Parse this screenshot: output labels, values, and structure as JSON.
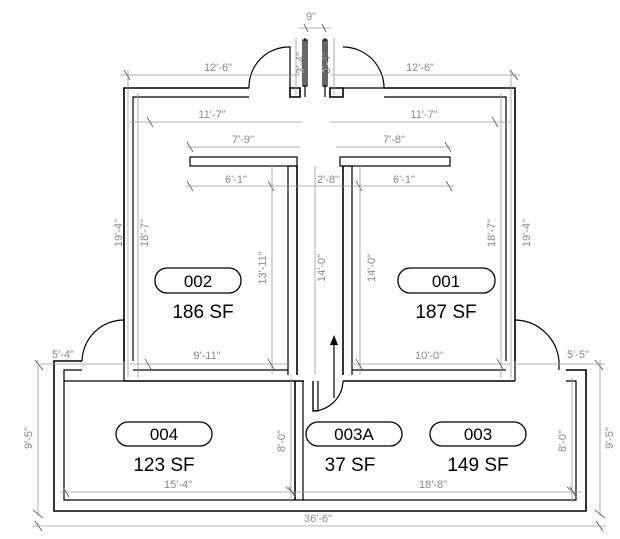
{
  "rooms": {
    "r002": {
      "number": "002",
      "area": "186 SF"
    },
    "r001": {
      "number": "001",
      "area": "187 SF"
    },
    "r004": {
      "number": "004",
      "area": "123 SF"
    },
    "r003a": {
      "number": "003A",
      "area": "37 SF"
    },
    "r003": {
      "number": "003",
      "area": "149 SF"
    }
  },
  "dimensions": {
    "gap_top": "9\"",
    "door_left_3_4": "3'-4\"",
    "door_right_3_4": "3'-4\"",
    "top_left_12_6": "12'-6\"",
    "top_right_12_6": "12'-6\"",
    "inner_left_11_7": "11'-7\"",
    "inner_right_11_7": "11'-7\"",
    "wall_left_7_9": "7'-9\"",
    "wall_right_7_8": "7'-8\"",
    "left_6_1": "6'-1\"",
    "right_6_1": "6'-1\"",
    "center_2_8": "2'-8\"",
    "left_outer_19_4": "19'-4\"",
    "left_inner_18_7": "18'-7\"",
    "right_outer_19_4": "19'-4\"",
    "right_inner_18_7": "18'-7\"",
    "left_13_11": "13'-11\"",
    "center_left_14_0": "14'-0\"",
    "center_right_14_0": "14'-0\"",
    "bottom_left_9_11": "9'-11\"",
    "bottom_right_10_0": "10'-0\"",
    "door_left_5_4": "5'-4\"",
    "door_right_5_5": "5'-5\"",
    "left_9_5": "9'-5\"",
    "right_9_5": "9'-5\"",
    "left_8_0": "8'-0\"",
    "right_8_0": "8'-0\"",
    "bottom_15_4": "15'-4\"",
    "bottom_18_8": "18'-8\"",
    "overall_36_6": "36'-6\""
  }
}
